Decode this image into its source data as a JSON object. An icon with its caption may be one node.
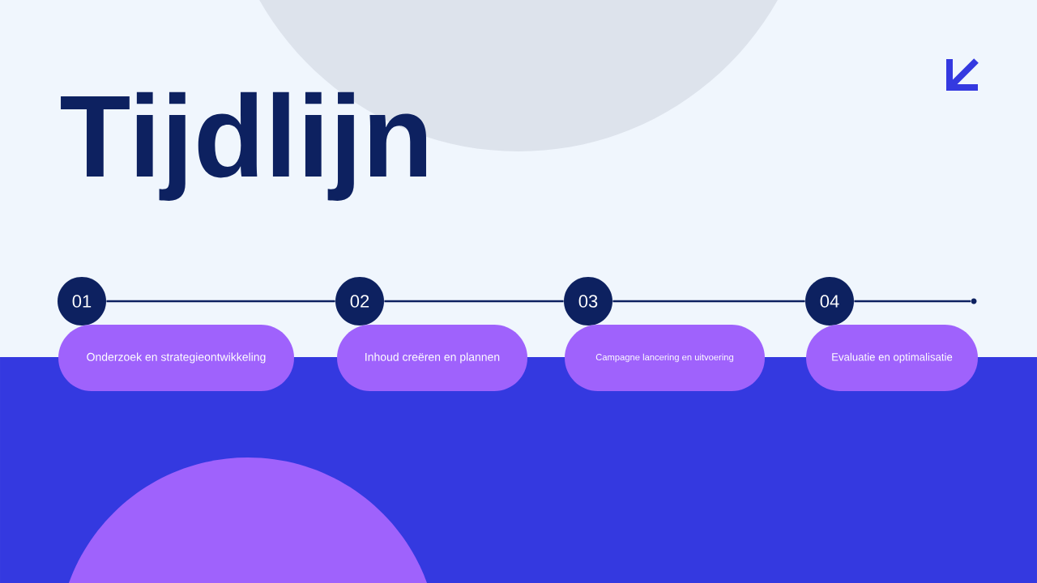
{
  "diagram": {
    "title": "Tijdlijn",
    "nodes": [
      {
        "text": [
          "01"
        ]
      },
      {
        "text": [
          "02"
        ]
      },
      {
        "text": [
          "03"
        ]
      },
      {
        "text": [
          "04"
        ]
      },
      {
        "text": [
          "Onderzoek en strategieontwikkeling"
        ]
      },
      {
        "text": [
          "Inhoud creëren en plannen"
        ]
      },
      {
        "text": [
          "Campagne lancering en uitvoering"
        ]
      },
      {
        "text": [
          "Evaluatie en optimalisatie"
        ]
      },
      {
        "text": [],
        "shape": "circle"
      }
    ],
    "edges": [
      {
        "from": 0,
        "to": 1,
        "arrow": "none"
      },
      {
        "from": 1,
        "to": 2,
        "arrow": "none"
      },
      {
        "from": 2,
        "to": 3,
        "arrow": "none"
      },
      {
        "from": 3,
        "to": 8,
        "arrow": "none"
      }
    ]
  }
}
